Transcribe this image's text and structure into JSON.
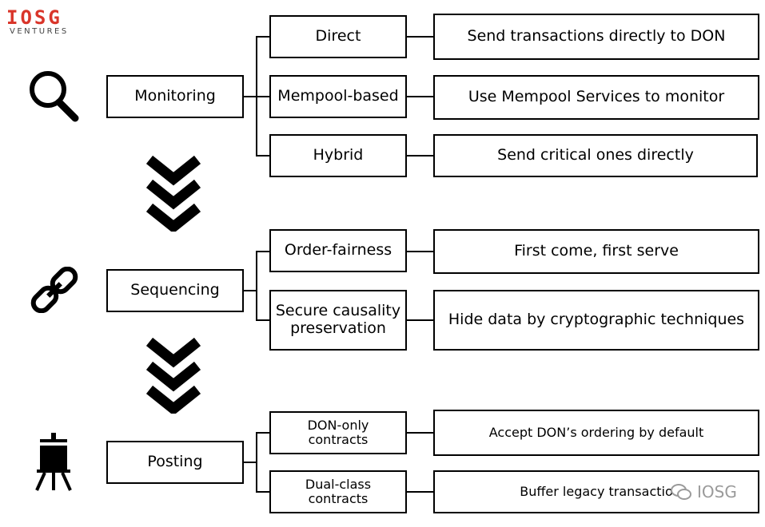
{
  "logo": {
    "main": "IOSG",
    "sub": "VENTURES",
    "color": "#d9352a"
  },
  "stages": [
    {
      "label": "Monitoring",
      "icon": "magnifier-icon"
    },
    {
      "label": "Sequencing",
      "icon": "chain-link-icon"
    },
    {
      "label": "Posting",
      "icon": "easel-icon"
    }
  ],
  "monitoring": [
    {
      "method": "Direct",
      "description": "Send transactions directly to DON"
    },
    {
      "method": "Mempool-based",
      "description": "Use Mempool Services to monitor"
    },
    {
      "method": "Hybrid",
      "description": "Send critical ones directly"
    }
  ],
  "sequencing": [
    {
      "method": "Order-fairness",
      "description": "First come, first serve"
    },
    {
      "method_line1": "Secure causality",
      "method_line2": "preservation",
      "description": "Hide data by cryptographic techniques"
    }
  ],
  "posting": [
    {
      "method_line1": "DON-only",
      "method_line2": "contracts",
      "description": "Accept DON’s ordering by default"
    },
    {
      "method_line1": "Dual-class",
      "method_line2": "contracts",
      "description": "Buffer legacy transactio"
    }
  ],
  "watermark": {
    "text": "IOSG",
    "icon": "wechat-icon"
  }
}
